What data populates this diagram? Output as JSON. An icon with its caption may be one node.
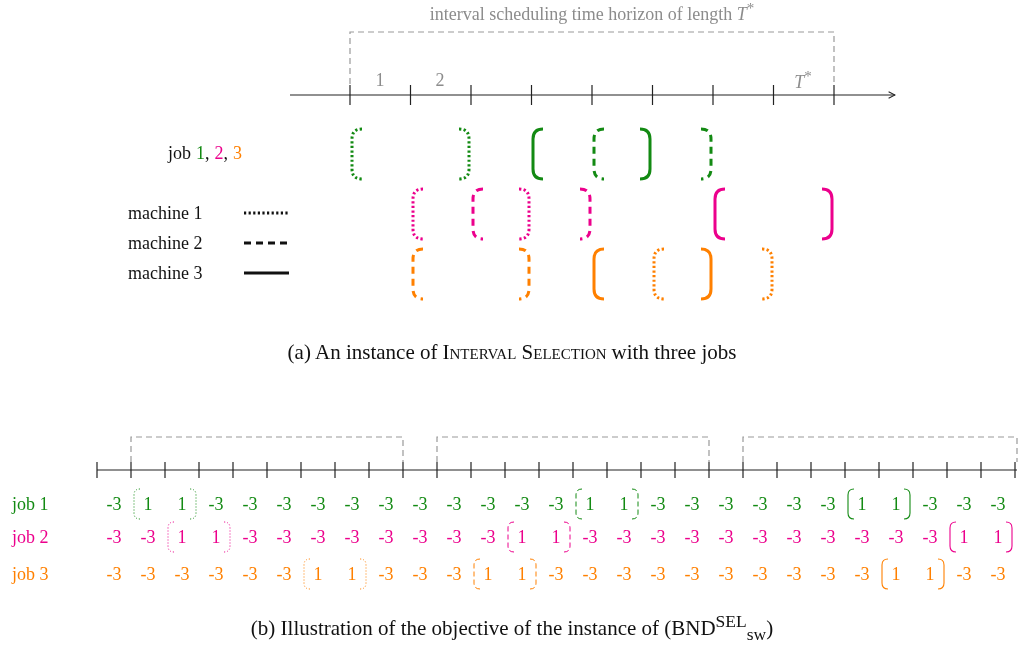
{
  "diagram": {
    "labels": [
      "interval scheduling time horizon of length *T*$^{*}$",
      "1",
      "2",
      "*T*$^{*}$",
      "job",
      "1",
      ",",
      "2",
      ",",
      "3",
      "(a) An instance of",
      "Interval Selection",
      "with three jobs",
      "job 1",
      "-3",
      "1",
      "1",
      "-3",
      "-3",
      "-3",
      "-3",
      "-3",
      "-3",
      "-3",
      "-3",
      "-3",
      "-3",
      "-3",
      "1",
      "1",
      "-3",
      "-3",
      "-3",
      "-3",
      "-3",
      "-3",
      "1",
      "1",
      "-3",
      "-3",
      "-3",
      "job 2",
      "-3",
      "-3",
      "1",
      "1",
      "-3",
      "-3",
      "-3",
      "-3",
      "-3",
      "-3",
      "-3",
      "-3",
      "1",
      "1",
      "-3",
      "-3",
      "-3",
      "-3",
      "-3",
      "-3",
      "-3",
      "-3",
      "-3",
      "-3",
      "-3",
      "1",
      "1",
      "job 3",
      "-3",
      "-3",
      "-3",
      "-3",
      "-3",
      "-3",
      "1",
      "1",
      "-3",
      "-3",
      "-3",
      "1",
      "1",
      "-3",
      "-3",
      "-3",
      "-3",
      "-3",
      "-3",
      "-3",
      "-3",
      "-3",
      "-3",
      "1",
      "1",
      "-3",
      "-3",
      "(b) Illustration of the objective of the instance of (BND$^{SEL}$$_{sw}$)"
    ],
    "legend": [
      {
        "text": "machine 1"
      },
      {
        "text": "machine 2"
      },
      {
        "text": "machine 3"
      }
    ]
  }
}
